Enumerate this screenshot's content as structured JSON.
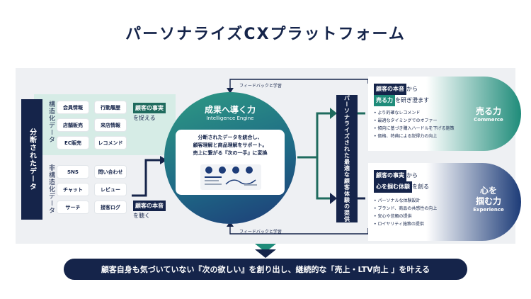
{
  "title": "パーソナライズCXプラットフォーム",
  "left": {
    "vertical_label": "分断されたデータ",
    "structured": {
      "label": "構造化データ",
      "tags": [
        "会員情報",
        "行動履歴",
        "店舗販売",
        "来店情報",
        "EC販売",
        "レコメンド"
      ]
    },
    "unstructured": {
      "label": "非構造化データ",
      "tags": [
        "SNS",
        "問い合わせ",
        "チャット",
        "レビュー",
        "サーチ",
        "接客ログ"
      ]
    },
    "fact": {
      "chip": "顧客の事実",
      "suffix": "を捉える"
    },
    "voice": {
      "chip": "顧客の本音",
      "suffix": "を聴く"
    }
  },
  "engine": {
    "title": "成果へ導く力",
    "subtitle": "Intelligence Engine",
    "lines": [
      "分断されたデータを統合し、",
      "顧客理解と商品理解をサポート。",
      "売上に繋がる『次の一手』に変換"
    ]
  },
  "feedback_top": "フィードバックと学習",
  "feedback_bottom": "フィードバックと学習",
  "center_vertical": "パーソナライズされた最適な顧客体験の提供",
  "sell": {
    "line1_chip": "顧客の本音",
    "line1_suffix": "から",
    "line2_chip": "売る力",
    "line2_suffix": "を研ぎ澄ます",
    "bullets": [
      "より的確なレコメンド",
      "最適なタイミングでのオファー",
      "傾向に基づき購入ハードルを下げる施策",
      "価格、特典による説得力の向上"
    ],
    "power": "売る力",
    "power_en": "Commerce"
  },
  "heart": {
    "line1_chip": "顧客の事実",
    "line1_suffix": "から",
    "line2_chip": "心を掴む体験",
    "line2_suffix": "を創る",
    "bullets": [
      "パーソナルな体験設計",
      "ブランド、商品の共感性の向上",
      "安心や信頼の提供",
      "ロイヤリティ施策の提供"
    ],
    "power_line1": "心を",
    "power_line2": "掴む力",
    "power_en": "Experience"
  },
  "banner": "顧客自身も気づいていない『次の欲しい』を創り出し、継続的な「売上・LTV向上 」を叶える",
  "colors": {
    "navy": "#15244a",
    "teal": "#1f8c7a",
    "blue": "#1d3c78",
    "panel": "#eef0f3"
  }
}
